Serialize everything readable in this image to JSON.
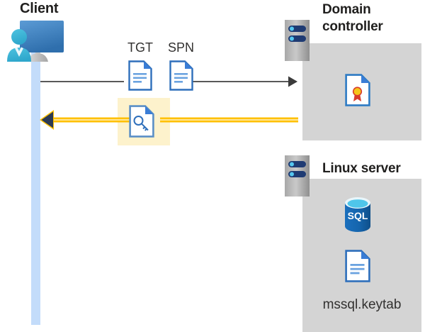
{
  "diagram": {
    "type": "kerberos-authentication-flow",
    "background": "#ffffff",
    "colors": {
      "zone_gray": "#d4d4d4",
      "lifeline_blue": "#c3dcfa",
      "highlight_yellow": "#fdf2cc",
      "arrow_yellow": "#ffc000",
      "arrow_gray": "#595959",
      "doc_blue": "#3a7dd6",
      "sql_blue": "#1e6cb5",
      "text_dark": "#201f1e"
    }
  },
  "client": {
    "title": "Client",
    "icon": "user-monitor-icon",
    "lifeline": "client-lifeline"
  },
  "domain_controller": {
    "title": "Domain controller",
    "title_line1": "Domain",
    "title_line2": "controller",
    "server_icon": "server-rack-icon",
    "contents": [
      {
        "icon": "certificate-document-icon",
        "label": ""
      }
    ]
  },
  "linux_server": {
    "title": "Linux server",
    "server_icon": "server-rack-icon",
    "contents": [
      {
        "icon": "sql-database-icon",
        "label": "SQL"
      },
      {
        "icon": "document-icon",
        "label": "mssql.keytab"
      }
    ],
    "keytab_label": "mssql.keytab"
  },
  "flow": {
    "request": {
      "direction": "client-to-domain-controller",
      "style": "gray-solid-arrow",
      "artifacts": [
        {
          "label": "TGT",
          "icon": "document-icon"
        },
        {
          "label": "SPN",
          "icon": "document-icon"
        }
      ]
    },
    "response": {
      "direction": "domain-controller-to-client",
      "style": "yellow-solid-arrow",
      "artifacts": [
        {
          "label": "",
          "icon": "key-document-icon",
          "highlighted": true
        }
      ]
    }
  },
  "labels": {
    "tgt": "TGT",
    "spn": "SPN",
    "sql": "SQL",
    "keytab": "mssql.keytab"
  }
}
